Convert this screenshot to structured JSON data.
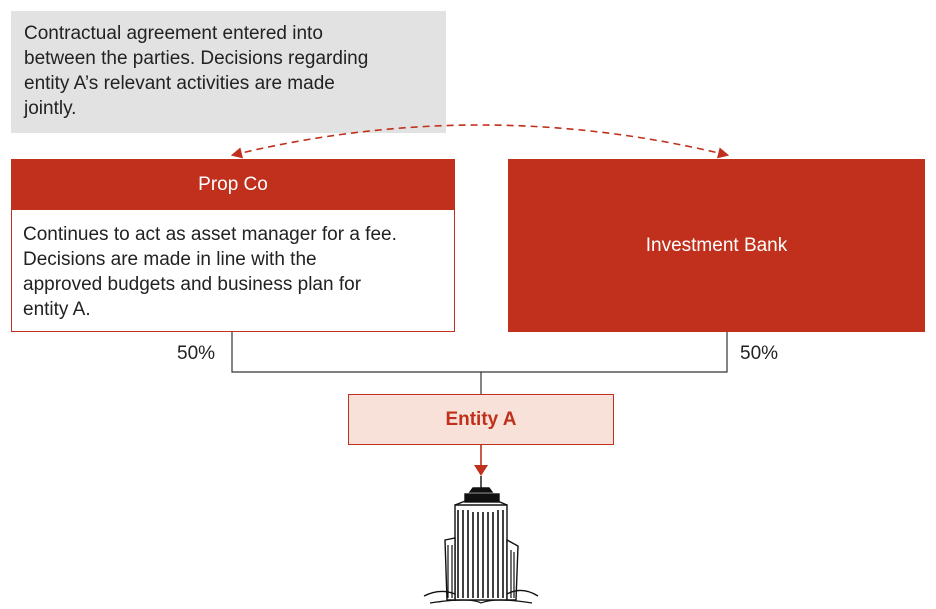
{
  "note": {
    "lines": [
      "Contractual agreement entered into",
      "between the parties. Decisions regarding",
      "entity A’s relevant activities are made",
      "jointly."
    ]
  },
  "prop_co": {
    "title": "Prop Co",
    "description_lines": [
      "Continues to act as asset manager for a fee.",
      "Decisions are made in line with the",
      "approved budgets and business plan for",
      "entity A."
    ]
  },
  "investment_bank": {
    "title": "Investment Bank"
  },
  "ownership": {
    "left_pct": "50%",
    "right_pct": "50%"
  },
  "entity": {
    "title": "Entity A"
  },
  "colors": {
    "accent": "#c0301c",
    "entity_fill": "#f7e1d9",
    "note_fill": "#e2e2e2"
  },
  "icons": [
    "building-icon"
  ]
}
